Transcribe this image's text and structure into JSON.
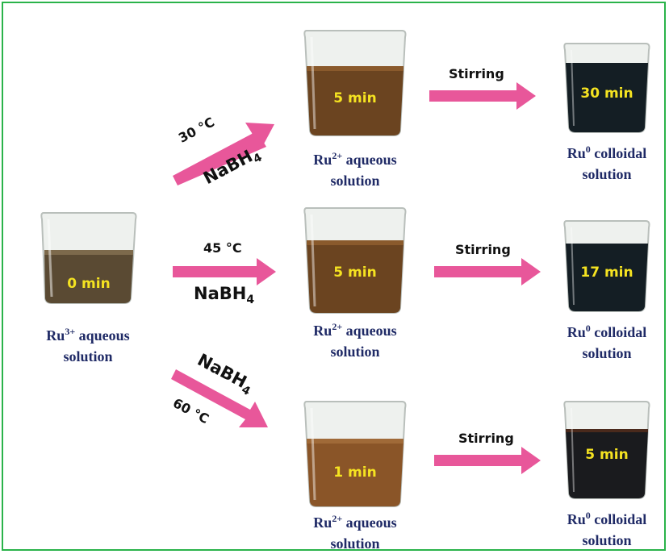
{
  "start": {
    "time": "0 min",
    "ion": "Ru",
    "charge": "3+",
    "rest": " aqueous",
    "line2": "solution"
  },
  "routes": [
    {
      "temp": "30 °C",
      "reagent": "NaBH",
      "reagent_sub": "4",
      "mid": {
        "time": "5 min",
        "ion": "Ru",
        "charge": "2+",
        "rest": " aqueous",
        "line2": "solution"
      },
      "step": "Stirring",
      "final": {
        "time": "30 min",
        "ion": "Ru",
        "charge": "0",
        "rest": " colloidal",
        "line2": "solution"
      }
    },
    {
      "temp": "45 °C",
      "reagent": "NaBH",
      "reagent_sub": "4",
      "mid": {
        "time": "5 min",
        "ion": "Ru",
        "charge": "2+",
        "rest": " aqueous",
        "line2": "solution"
      },
      "step": "Stirring",
      "final": {
        "time": "17 min",
        "ion": "Ru",
        "charge": "0",
        "rest": " colloidal",
        "line2": "solution"
      }
    },
    {
      "temp": "60 °C",
      "reagent": "NaBH",
      "reagent_sub": "4",
      "mid": {
        "time": "1 min",
        "ion": "Ru",
        "charge": "2+",
        "rest": " aqueous",
        "line2": "solution"
      },
      "step": "Stirring",
      "final": {
        "time": "5 min",
        "ion": "Ru",
        "charge": "0",
        "rest": " colloidal",
        "line2": "solution"
      }
    }
  ],
  "colors": {
    "arrow": "#e8579a",
    "border": "#2ab34a",
    "time_label": "#f5e321",
    "caption": "#1f2a66",
    "brown_liquid": "#6b4420",
    "dark_liquid": "#141e24"
  }
}
